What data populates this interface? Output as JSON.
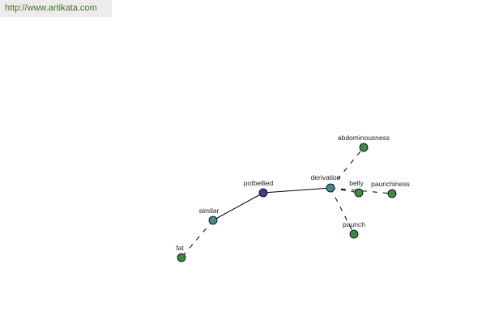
{
  "source_url": "http://www.artikata.com",
  "colors": {
    "root": "#3a3f8f",
    "hub": "#3d8c8c",
    "leaf": "#3f8a3f"
  },
  "nodes": [
    {
      "id": "potbellied",
      "label": "potbellied",
      "kind": "root"
    },
    {
      "id": "similar",
      "label": "similar",
      "kind": "hub"
    },
    {
      "id": "derivation",
      "label": "derivation",
      "kind": "hub"
    },
    {
      "id": "fat",
      "label": "fat",
      "kind": "leaf"
    },
    {
      "id": "abdominousness",
      "label": "abdominousness",
      "kind": "leaf"
    },
    {
      "id": "belly",
      "label": "belly",
      "kind": "leaf"
    },
    {
      "id": "paunchiness",
      "label": "paunchiness",
      "kind": "leaf"
    },
    {
      "id": "paunch",
      "label": "paunch",
      "kind": "leaf"
    }
  ],
  "edges": [
    {
      "from": "potbellied",
      "to": "similar",
      "style": "solid"
    },
    {
      "from": "potbellied",
      "to": "derivation",
      "style": "solid"
    },
    {
      "from": "similar",
      "to": "fat",
      "style": "dashed"
    },
    {
      "from": "derivation",
      "to": "abdominousness",
      "style": "dashed"
    },
    {
      "from": "derivation",
      "to": "belly",
      "style": "dashed"
    },
    {
      "from": "derivation",
      "to": "paunchiness",
      "style": "dashed"
    },
    {
      "from": "derivation",
      "to": "paunch",
      "style": "dashed"
    }
  ]
}
